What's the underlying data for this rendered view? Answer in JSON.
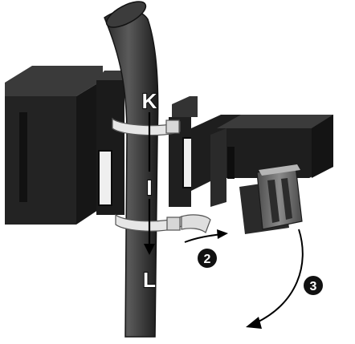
{
  "labels": {
    "top": "K",
    "middle": "I",
    "bottom": "L"
  },
  "steps": [
    {
      "number": "2"
    },
    {
      "number": "3"
    }
  ],
  "colors": {
    "body": "#1f1f1f",
    "body_dark": "#0c0c0c",
    "body_light": "#3a3a3a",
    "cable": "#444444",
    "clip": "#6f6f6f",
    "tie": "#e6e6e6"
  }
}
